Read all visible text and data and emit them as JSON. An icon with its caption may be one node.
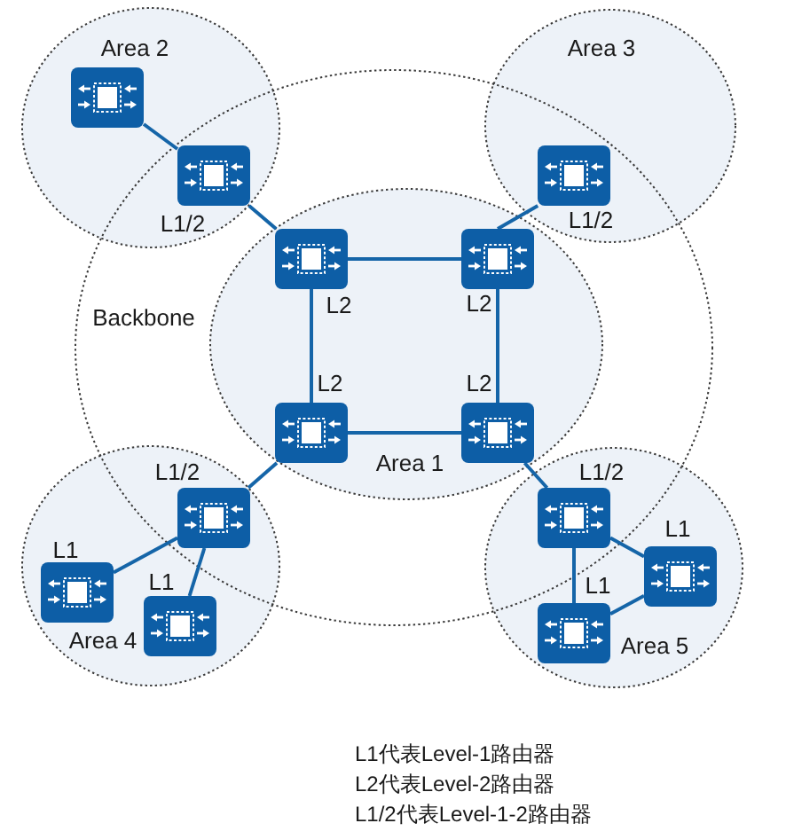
{
  "diagram": {
    "nodes": [
      {
        "text": [
          "Area 2"
        ]
      },
      {
        "text": [
          "Area 3"
        ]
      },
      {
        "text": [
          "Backbone"
        ]
      },
      {
        "text": [
          "Area 1"
        ],
        "in": 2
      },
      {
        "text": [
          "Area 4"
        ]
      },
      {
        "text": [
          "Area 5"
        ]
      },
      {
        "text": [],
        "shape": "picture",
        "in": 0
      },
      {
        "text": [],
        "shape": "picture",
        "beside": [
          "L1/2"
        ]
      },
      {
        "text": [],
        "shape": "picture",
        "beside": [
          "L1/2"
        ]
      },
      {
        "text": [],
        "shape": "picture",
        "beside": [
          "L2"
        ],
        "in": 3
      },
      {
        "text": [],
        "shape": "picture",
        "beside": [
          "L2"
        ],
        "in": 3
      },
      {
        "text": [],
        "shape": "picture",
        "beside": [
          "L2"
        ],
        "in": 3
      },
      {
        "text": [],
        "shape": "picture",
        "beside": [
          "L2"
        ],
        "in": 3
      },
      {
        "text": [],
        "shape": "picture",
        "beside": [
          "L1/2"
        ]
      },
      {
        "text": [],
        "shape": "picture",
        "beside": [
          "L1"
        ],
        "in": 4
      },
      {
        "text": [],
        "shape": "picture",
        "beside": [
          "L1"
        ],
        "in": 4
      },
      {
        "text": [],
        "shape": "picture",
        "beside": [
          "L1/2"
        ]
      },
      {
        "text": [],
        "shape": "picture",
        "beside": [
          "L1"
        ],
        "in": 5
      },
      {
        "text": [],
        "shape": "picture",
        "beside": [
          "L1"
        ],
        "in": 5
      }
    ],
    "edges": [
      {
        "from": 6,
        "to": 7,
        "arrow": "none"
      },
      {
        "from": 7,
        "to": 9,
        "arrow": "none"
      },
      {
        "from": 8,
        "to": 10,
        "arrow": "none"
      },
      {
        "from": 9,
        "to": 10,
        "arrow": "none"
      },
      {
        "from": 9,
        "to": 11,
        "arrow": "none"
      },
      {
        "from": 10,
        "to": 12,
        "arrow": "none"
      },
      {
        "from": 11,
        "to": 12,
        "arrow": "none"
      },
      {
        "from": 11,
        "to": 13,
        "arrow": "none"
      },
      {
        "from": 13,
        "to": 14,
        "arrow": "none"
      },
      {
        "from": 13,
        "to": 15,
        "arrow": "none"
      },
      {
        "from": 12,
        "to": 16,
        "arrow": "none"
      },
      {
        "from": 16,
        "to": 17,
        "arrow": "none"
      },
      {
        "from": 16,
        "to": 18,
        "arrow": "none"
      },
      {
        "from": 17,
        "to": 18,
        "arrow": "none"
      }
    ],
    "labels": [
      "L1代表Level-1路由器",
      "L2代表Level-2路由器",
      "L1/2代表Level-1-2路由器"
    ]
  }
}
